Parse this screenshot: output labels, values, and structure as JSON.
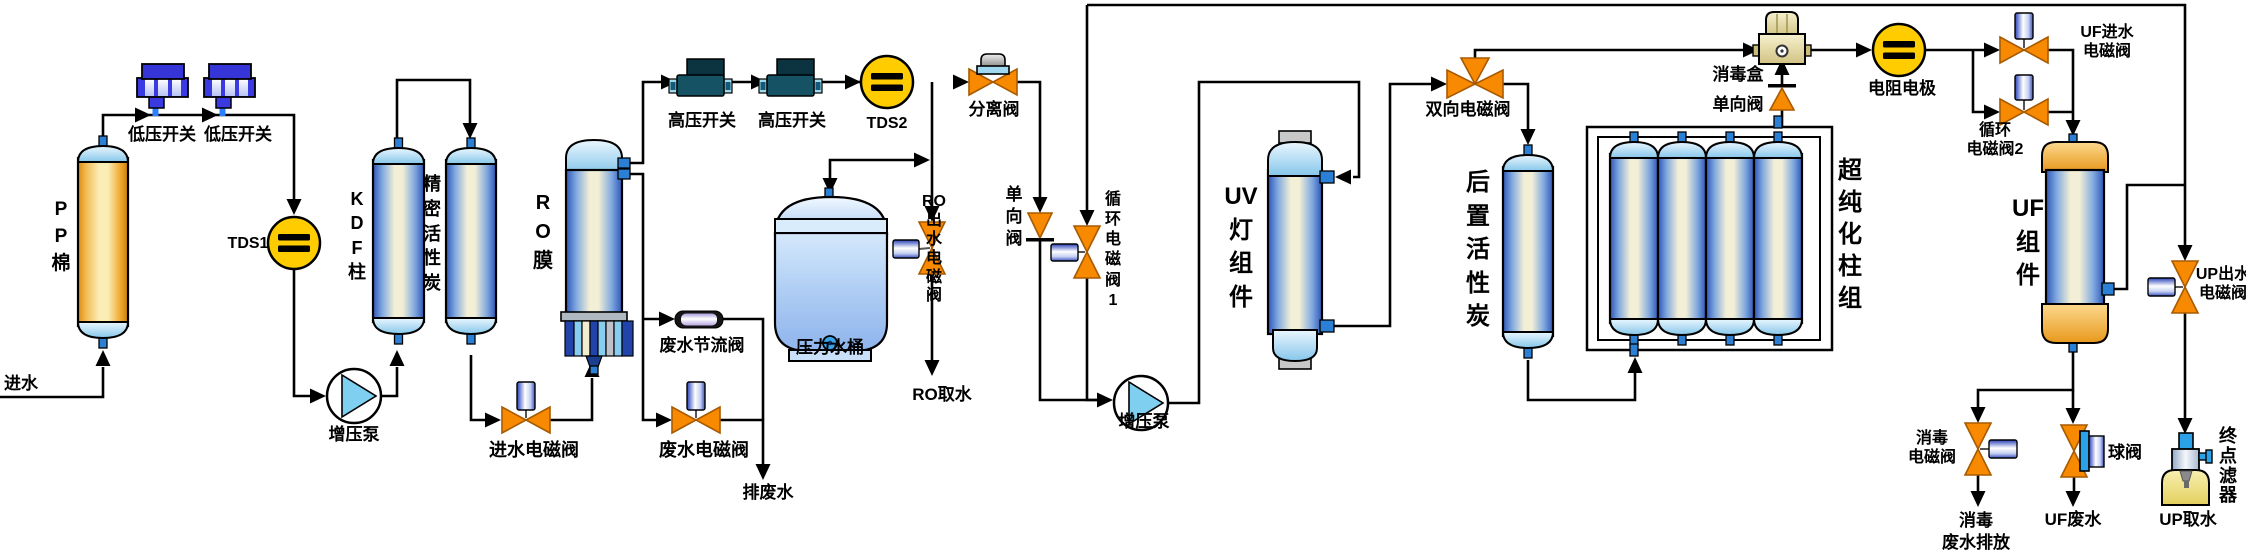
{
  "diagram": {
    "type": "water-purification-process-flow",
    "labels": {
      "inlet": "进水",
      "lp_switch_1": "低压开关",
      "lp_switch_2": "低压开关",
      "pp_cotton": "P\nP\n棉",
      "tds1": "TDS1",
      "booster_pump_1": "增压泵",
      "kdf": "K\nD\nF\n柱",
      "precision_carbon": "精\n密\n活\n性\n炭",
      "ro_membrane": "R\nO\n膜",
      "hp_switch_1": "高压开关",
      "hp_switch_2": "高压开关",
      "tds2": "TDS2",
      "separation_valve": "分离阀",
      "waste_throttle_valve": "废水节流阀",
      "inlet_solenoid_valve": "进水电磁阀",
      "waste_solenoid_valve": "废水电磁阀",
      "waste_discharge": "排废水",
      "pressure_tank": "压力水桶",
      "ro_out_solenoid_valve": "RO\n出\n水\n电\n磁\n阀",
      "ro_water_outlet": "RO取水",
      "check_valve": "单\n向\n阀",
      "circ_valve_1": "循\n环\n电\n磁\n阀\n1",
      "booster_pump_2": "增压泵",
      "uv_lamp": "UV\n灯\n组\n件",
      "bidirectional_valve": "双向电磁阀",
      "post_carbon": "后\n置\n活\n性\n炭",
      "ultra_pure_columns": "超\n纯\n化\n柱\n组",
      "disinfection_box_check_valve": "消毒盒\n单向阀",
      "resistance_electrode": "电阻电极",
      "uf_inlet_valve": "UF进水\n电磁阀",
      "circ_valve_2": "循环\n电磁阀2",
      "uf_module": "UF\n组\n件",
      "up_out_valve": "UP出水\n电磁阀",
      "disinfect_valve": "消毒\n电磁阀",
      "disinfect_discharge": "消毒\n废水排放",
      "ball_valve": "球阀",
      "uf_waste": "UF废水",
      "up_water_outlet": "UP取水",
      "endpoint_filter": "终\n点\n滤\n器"
    },
    "colors": {
      "line": "#000000",
      "valve_orange": "#F78A00",
      "meter_yellow": "#FFCC00",
      "pump_blue": "#7FD0F0",
      "port_blue": "#2B7FD4",
      "coil_blue": "#2B50C8",
      "column_blue": "#2E55B5",
      "column_center": "#F2EFD6",
      "pp_orange": "#E89018",
      "cap_blue": "#A8DCF2",
      "hp_switch_teal": "#155264",
      "lp_switch_blue": "#3535D8",
      "tank_blue": "#AECDF4",
      "uf_cap_orange": "#F2A93C",
      "box_beige": "#E9E1B4",
      "filter_yellow": "#EFE07E"
    }
  }
}
